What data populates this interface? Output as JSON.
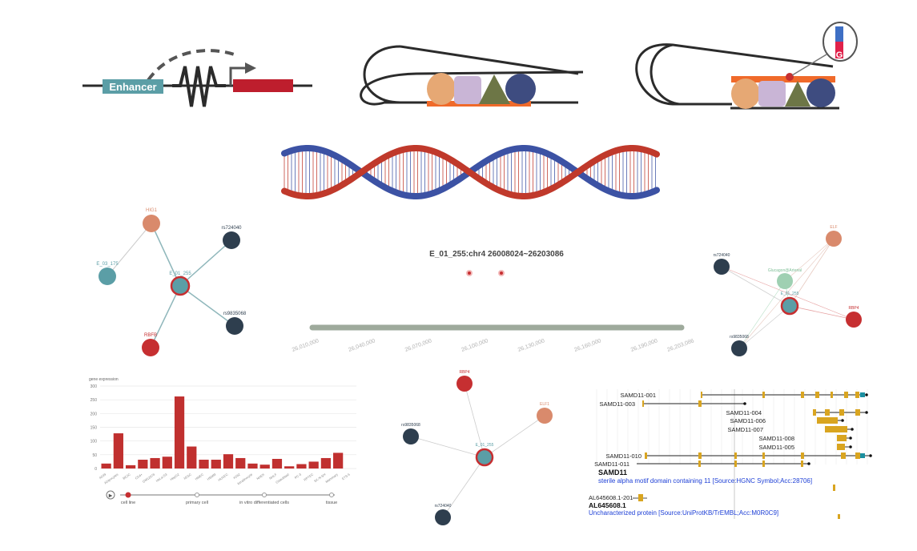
{
  "colors": {
    "dna_line": "#2b2b2b",
    "enhancer_box": "#5b9ea6",
    "gene_box": "#be1e2d",
    "dashed": "#555555",
    "peach": "#e6a874",
    "lavender": "#c9b5d6",
    "olive": "#6d7646",
    "navy": "#3e4c80",
    "orange_bar": "#f06a2a",
    "helix_red": "#c0392b",
    "helix_blue": "#3c52a4",
    "node_teal": "#5b9ea6",
    "node_peach": "#d98a6c",
    "node_dark": "#2e3e4e",
    "node_red": "#c62f31",
    "node_mint": "#9fd0b2",
    "bar_red": "#c0302f",
    "track_bar": "#9eaa9c",
    "gene_gold": "#d9a520",
    "link_blue": "#1d3fd6"
  },
  "enhancer_panel": {
    "label": "Enhancer"
  },
  "snp_panel": {
    "allele_label": "G"
  },
  "genome_browser": {
    "locus_title": "E_01_255:chr4 26008024~26203086",
    "ticks": [
      "26,010,000",
      "26,040,000",
      "26,070,000",
      "26,100,000",
      "26,130,000",
      "26,160,000",
      "26,190,000",
      "26,203,086"
    ]
  },
  "network_left": {
    "nodes": [
      {
        "label": "HIG1",
        "kind": "peach"
      },
      {
        "label": "rs724040",
        "kind": "dark"
      },
      {
        "label": "E_03_175",
        "kind": "teal"
      },
      {
        "label": "E_01_255",
        "kind": "teal-center"
      },
      {
        "label": "rs9835068",
        "kind": "dark"
      },
      {
        "label": "RBFB",
        "kind": "red"
      }
    ]
  },
  "network_right": {
    "nodes": [
      {
        "label": "ELF",
        "kind": "peach"
      },
      {
        "label": "rs724040",
        "kind": "dark"
      },
      {
        "label": "Glucagon@Arterial",
        "kind": "mint"
      },
      {
        "label": "E_01_255",
        "kind": "teal-center"
      },
      {
        "label": "RBP4",
        "kind": "red"
      },
      {
        "label": "rs9835068",
        "kind": "dark"
      }
    ]
  },
  "network_bottom": {
    "nodes": [
      {
        "label": "RBP4",
        "kind": "red"
      },
      {
        "label": "ELF1",
        "kind": "peach"
      },
      {
        "label": "rs9835068",
        "kind": "dark"
      },
      {
        "label": "E_01_255",
        "kind": "teal-center"
      },
      {
        "label": "rs724040",
        "kind": "dark"
      }
    ]
  },
  "chart_data": {
    "type": "bar",
    "title": "gene expression",
    "ylim": [
      0,
      300
    ],
    "yticks": [
      "0",
      "50",
      "100",
      "150",
      "200",
      "250",
      "300"
    ],
    "categories": [
      "A549",
      "ADipocytes",
      "BE2C",
      "CD4+",
      "GM12878",
      "HeLa-S3",
      "HepG2",
      "hESC",
      "HMEC",
      "HSMM",
      "HUVEC",
      "K562",
      "keratinocyte",
      "NHEK",
      "NHLF",
      "Osteoblast",
      "PC-3",
      "RPTEC",
      "SK-N-SH",
      "Mammary",
      "ETS-5"
    ],
    "values": [
      18,
      128,
      12,
      32,
      38,
      43,
      262,
      80,
      32,
      32,
      52,
      38,
      18,
      14,
      35,
      8,
      16,
      25,
      38,
      57,
      0
    ],
    "timeline": {
      "play_label": "▶",
      "stages": [
        "cell line",
        "primary cell",
        "in vitro differentiated cells",
        "tissue"
      ]
    }
  },
  "transcripts": {
    "rows": [
      {
        "label": "SAMD11-001"
      },
      {
        "label": "SAMD11-003"
      },
      {
        "label": "SAMD11-004"
      },
      {
        "label": "SAMD11-006"
      },
      {
        "label": "SAMD11-007"
      },
      {
        "label": "SAMD11-008"
      },
      {
        "label": "SAMD11-005"
      },
      {
        "label": "SAMD11-010"
      },
      {
        "label": "SAMD11-011"
      }
    ],
    "gene_name": "SAMD11",
    "gene_desc": "sterile alpha motif domain containing 11 [Source:HGNC Symbol;Acc:28706]",
    "second_transcript": "AL645608.1-201",
    "second_gene": "AL645608.1",
    "second_desc": "Uncharacterized protein  [Source:UniProtKB/TrEMBL;Acc:M0R0C9]"
  }
}
